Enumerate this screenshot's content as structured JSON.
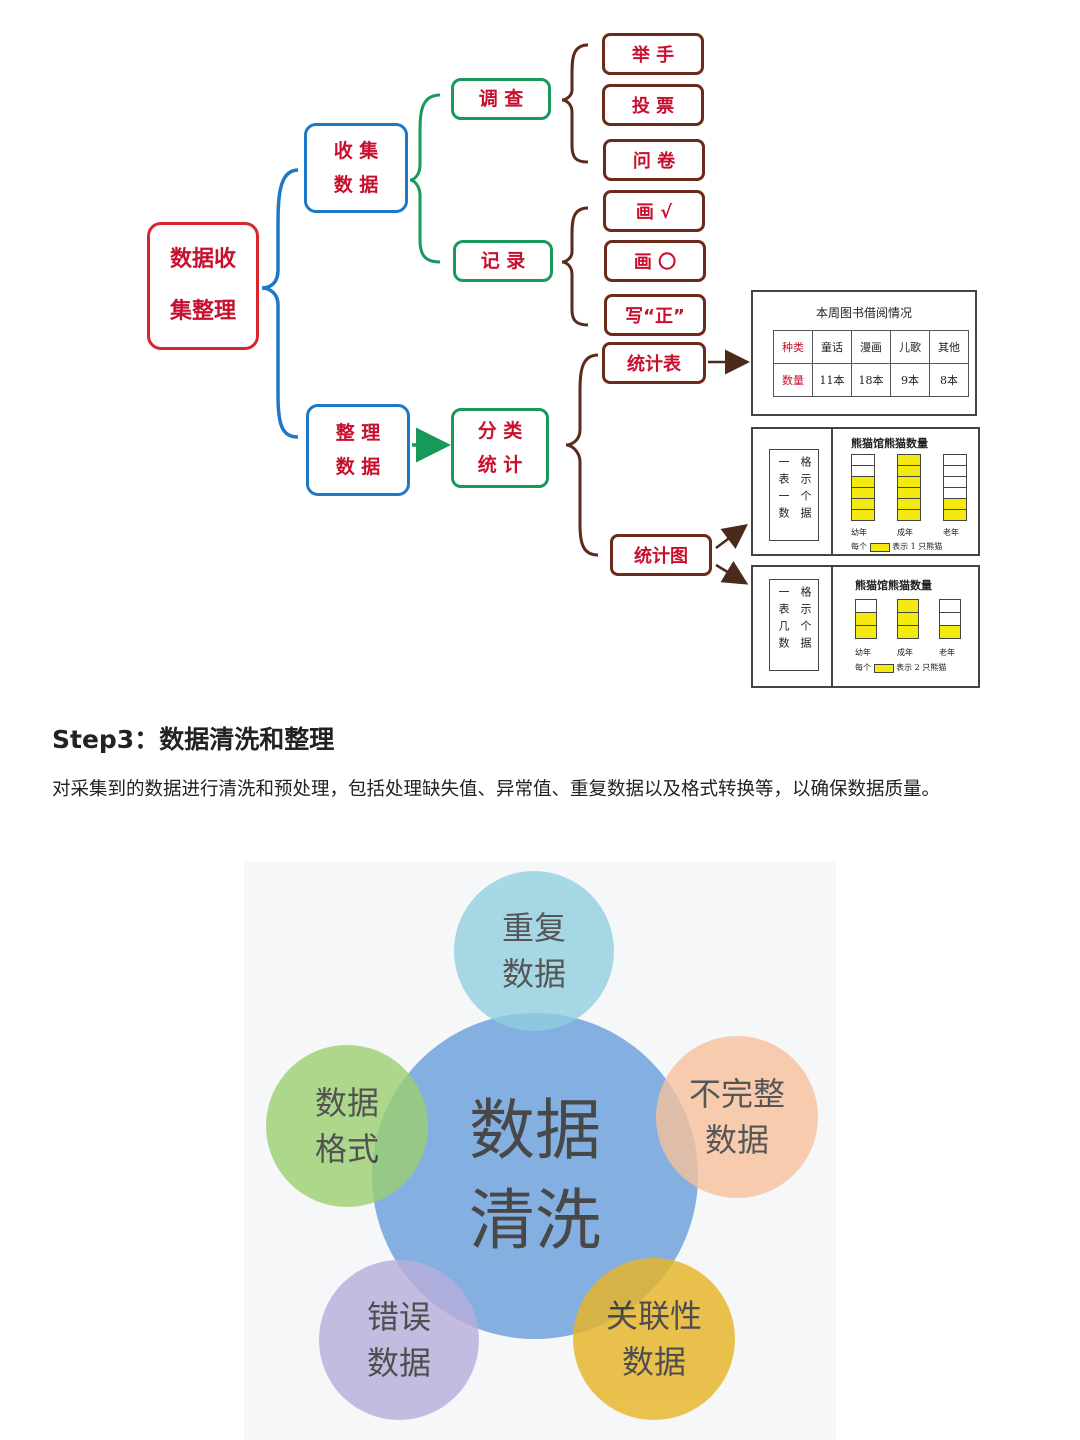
{
  "mindmap": {
    "root": [
      "数据收",
      "集整理"
    ],
    "collect": [
      "收 集",
      "数 据"
    ],
    "organize": [
      "整 理",
      "数 据"
    ],
    "survey": "调 查",
    "record": "记 录",
    "classify": [
      "分 类",
      "统 计"
    ],
    "survey_items": [
      "举 手",
      "投 票",
      "问 卷"
    ],
    "record_items": [
      "画 √",
      "画 〇",
      "写“正”"
    ],
    "stat_table_label": "统计表",
    "stat_chart_label": "统计图"
  },
  "stat_table": {
    "title": "本周图书借阅情况",
    "header": [
      "种类",
      "童话",
      "漫画",
      "儿歌",
      "其他"
    ],
    "row": [
      "数量",
      "11本",
      "18本",
      "9本",
      "8本"
    ]
  },
  "chart1": {
    "side_label": [
      "一格",
      "表示",
      "一个",
      "数据"
    ],
    "title": "熊猫馆熊猫数量",
    "categories": [
      "幼年",
      "成年",
      "老年"
    ],
    "cells_total": [
      6,
      6,
      6
    ],
    "values": [
      4,
      6,
      2
    ],
    "legend_prefix": "每个",
    "legend_suffix": "表示 1 只熊猫"
  },
  "chart2": {
    "side_label": [
      "一格",
      "表示",
      "几个",
      "数据"
    ],
    "title": "熊猫馆熊猫数量",
    "categories": [
      "幼年",
      "成年",
      "老年"
    ],
    "cells_total": [
      3,
      3,
      3
    ],
    "values": [
      2,
      3,
      1
    ],
    "legend_prefix": "每个",
    "legend_suffix": "表示 2 只熊猫"
  },
  "section": {
    "heading": "Step3：数据清洗和整理",
    "paragraph": "对采集到的数据进行清洗和预处理，包括处理缺失值、异常值、重复数据以及格式转换等，以确保数据质量。"
  },
  "cleaning": {
    "center": [
      "数据",
      "清洗"
    ],
    "top": [
      "重复",
      "数据"
    ],
    "right": [
      "不完整",
      "数据"
    ],
    "bottom_right": [
      "关联性",
      "数据"
    ],
    "bottom_left": [
      "错误",
      "数据"
    ],
    "left": [
      "数据",
      "格式"
    ]
  },
  "colors": {
    "root_border": "#d8262c",
    "blue_border": "#1e78c8",
    "green_border": "#18995a",
    "brown_border": "#6b2a1a",
    "label_red": "#c8102e",
    "bar_yellow": "#f4ea12",
    "circle_center": "#6fa3dd",
    "circle_top": "#8fd0df",
    "circle_right": "#f8c19a",
    "circle_bottom_right": "#e8b428",
    "circle_bottom_left": "#b8aedb",
    "circle_left": "#9bd070"
  }
}
